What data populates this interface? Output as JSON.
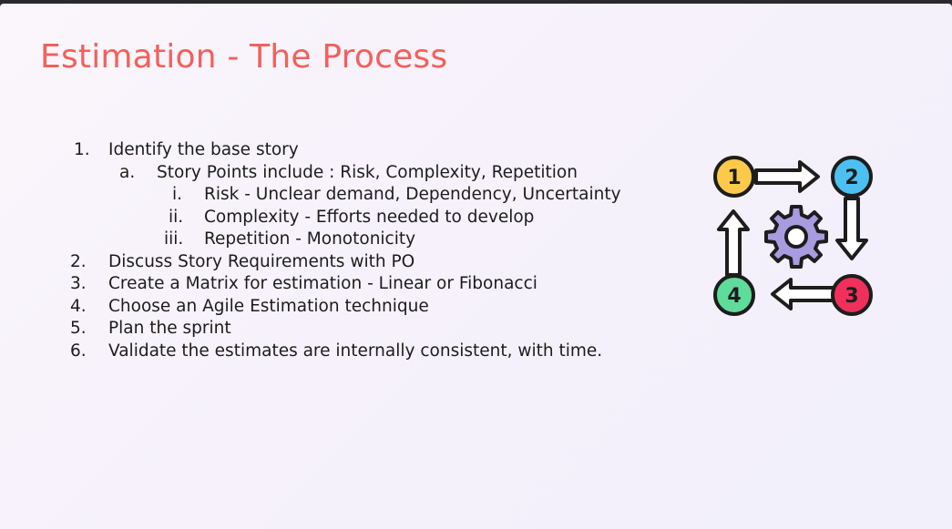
{
  "slide": {
    "title": "Estimation - The Process",
    "items": [
      {
        "marker": "1.",
        "text": "Identify the base story"
      },
      {
        "marker": "a.",
        "text": "Story Points include : Risk, Complexity, Repetition"
      },
      {
        "marker": "i.",
        "text": "Risk - Unclear demand, Dependency, Uncertainty"
      },
      {
        "marker": "ii.",
        "text": "Complexity - Efforts needed to develop"
      },
      {
        "marker": "iii.",
        "text": "Repetition - Monotonicity"
      },
      {
        "marker": "2.",
        "text": "Discuss Story Requirements with PO"
      },
      {
        "marker": "3.",
        "text": "Create a Matrix for estimation - Linear or Fibonacci"
      },
      {
        "marker": "4.",
        "text": "Choose an Agile Estimation technique"
      },
      {
        "marker": "5.",
        "text": "Plan the sprint"
      },
      {
        "marker": "6.",
        "text": "Validate the estimates are internally consistent, with time."
      }
    ]
  },
  "cycle_icon": {
    "icon": "process-cycle-gear-icon",
    "steps": [
      {
        "label": "1",
        "color": "#fcc94a"
      },
      {
        "label": "2",
        "color": "#4dc0f2"
      },
      {
        "label": "3",
        "color": "#f0305a"
      },
      {
        "label": "4",
        "color": "#5fdc9a"
      }
    ],
    "gear_color": "#a99be0",
    "outline_color": "#1d1d1d"
  }
}
